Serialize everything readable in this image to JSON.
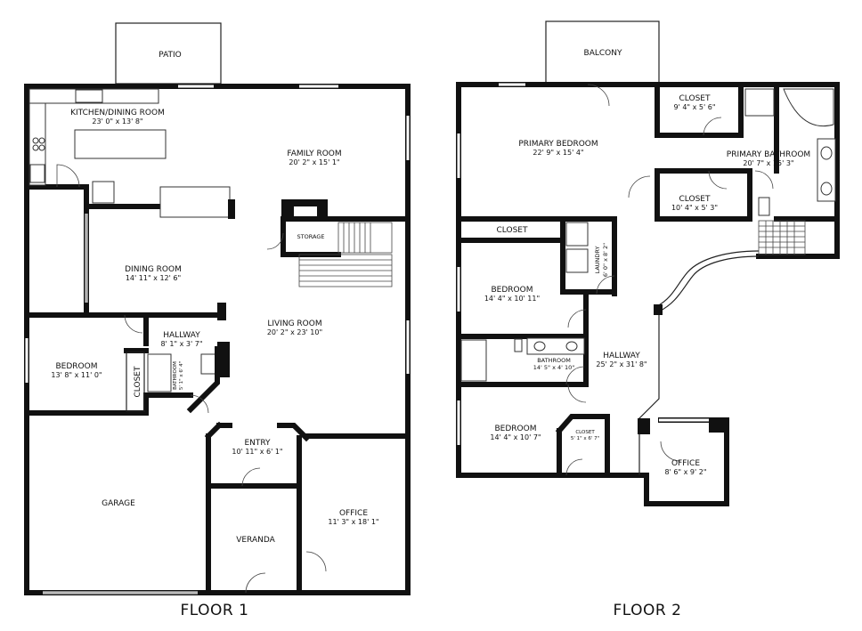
{
  "floors": [
    {
      "id": "floor1",
      "label": "FLOOR 1",
      "rooms": {
        "patio": {
          "name": "PATIO",
          "dims": ""
        },
        "kitchen": {
          "name": "KITCHEN/DINING ROOM",
          "dims": "23' 0\" x 13' 8\""
        },
        "family": {
          "name": "FAMILY ROOM",
          "dims": "20' 2\" x 15' 1\""
        },
        "storage": {
          "name": "STORAGE",
          "dims": ""
        },
        "dining": {
          "name": "DINING ROOM",
          "dims": "14' 11\" x 12' 6\""
        },
        "living": {
          "name": "LIVING ROOM",
          "dims": "20' 2\" x 23' 10\""
        },
        "hallway": {
          "name": "HALLWAY",
          "dims": "8' 1\" x 3' 7\""
        },
        "bedroom": {
          "name": "BEDROOM",
          "dims": "13' 8\" x 11' 0\""
        },
        "closet": {
          "name": "CLOSET",
          "dims": ""
        },
        "bathroom": {
          "name": "BATHROOM",
          "dims": "5' 1\" x 6' 4\""
        },
        "entry": {
          "name": "ENTRY",
          "dims": "10' 11\" x 6' 1\""
        },
        "garage": {
          "name": "GARAGE",
          "dims": ""
        },
        "veranda": {
          "name": "VERANDA",
          "dims": ""
        },
        "office": {
          "name": "OFFICE",
          "dims": "11' 3\" x 18' 1\""
        }
      }
    },
    {
      "id": "floor2",
      "label": "FLOOR 2",
      "rooms": {
        "balcony": {
          "name": "BALCONY",
          "dims": ""
        },
        "primary_bedroom": {
          "name": "PRIMARY BEDROOM",
          "dims": "22' 9\" x 15' 4\""
        },
        "closet_a": {
          "name": "CLOSET",
          "dims": "9' 4\" x 5' 6\""
        },
        "primary_bath": {
          "name": "PRIMARY BATHROOM",
          "dims": "20' 7\" x 15' 3\""
        },
        "closet_b": {
          "name": "CLOSET",
          "dims": "10' 4\" x 5' 3\""
        },
        "closet_c": {
          "name": "CLOSET",
          "dims": ""
        },
        "laundry": {
          "name": "LAUNDRY",
          "dims": "6' 0\" x 8' 2\""
        },
        "bedroom_a": {
          "name": "BEDROOM",
          "dims": "14' 4\" x 10' 11\""
        },
        "bathroom": {
          "name": "BATHROOM",
          "dims": "14' 5\" x 4' 10\""
        },
        "hallway": {
          "name": "HALLWAY",
          "dims": "25' 2\" x 31' 8\""
        },
        "bedroom_b": {
          "name": "BEDROOM",
          "dims": "14' 4\" x 10' 7\""
        },
        "closet_d": {
          "name": "CLOSET",
          "dims": "5' 1\" x 6' 7\""
        },
        "office": {
          "name": "OFFICE",
          "dims": "8' 6\" x 9' 2\""
        }
      }
    }
  ]
}
